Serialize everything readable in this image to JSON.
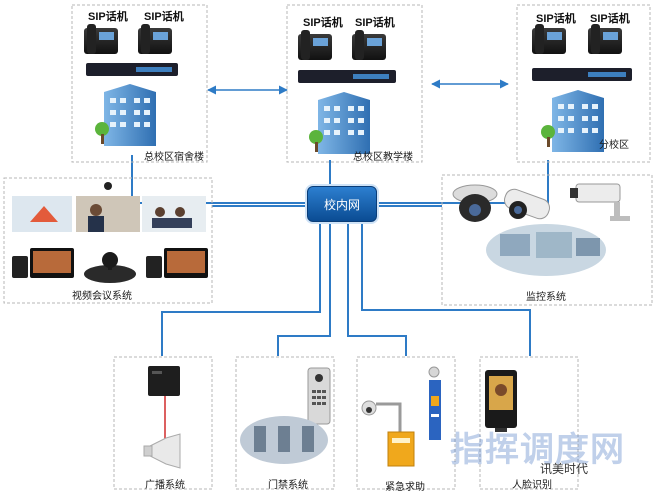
{
  "hub": {
    "label": "校内网"
  },
  "sites": [
    {
      "label": "总校区宿舍楼",
      "phone_a": "SIP话机",
      "phone_b": "SIP话机"
    },
    {
      "label": "总校区教学楼",
      "phone_a": "SIP话机",
      "phone_b": "SIP话机"
    },
    {
      "label": "分校区",
      "phone_a": "SIP话机",
      "phone_b": "SIP话机"
    }
  ],
  "systems": {
    "video": "视频会议系统",
    "monitor": "监控系统",
    "broadcast": "广播系统",
    "access": "门禁系统",
    "emergency": "紧急求助",
    "face": "人脸识别"
  },
  "watermark": {
    "main": "指挥调度网",
    "sub": "讯美时代"
  },
  "colors": {
    "link": "#2e7bc6",
    "hub": "#0b4c93",
    "border": "#b7b7b7"
  }
}
